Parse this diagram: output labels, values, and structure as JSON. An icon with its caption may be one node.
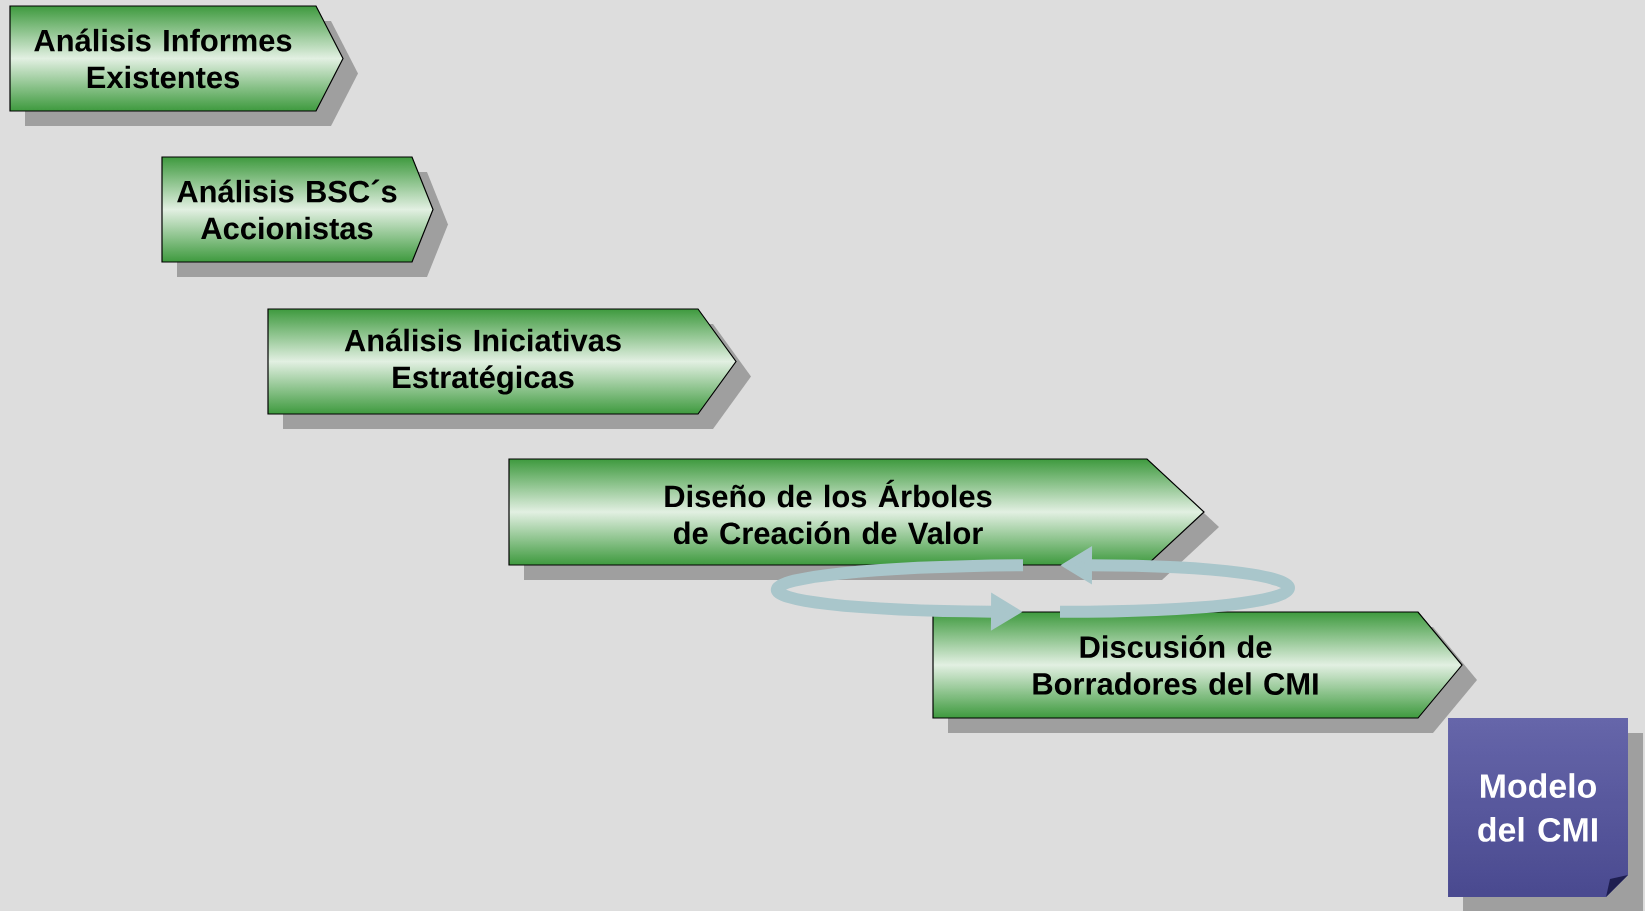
{
  "diagram": {
    "nodes": [
      {
        "text": [
          "Análisis Informes Existentes"
        ]
      },
      {
        "text": [
          "Análisis BSC´s Accionistas"
        ]
      },
      {
        "text": [
          "Análisis Iniciativas Estratégicas"
        ]
      },
      {
        "text": [
          "Diseño de los Árboles de Creación de Valor"
        ]
      },
      {
        "text": [
          "Discusión de Borradores del CMI"
        ]
      },
      {
        "text": [
          "Modelo del CMI"
        ]
      }
    ],
    "edges": [
      {
        "from": 3,
        "to": 4,
        "arrow": "to"
      },
      {
        "from": 4,
        "to": 3,
        "arrow": "to"
      }
    ]
  }
}
